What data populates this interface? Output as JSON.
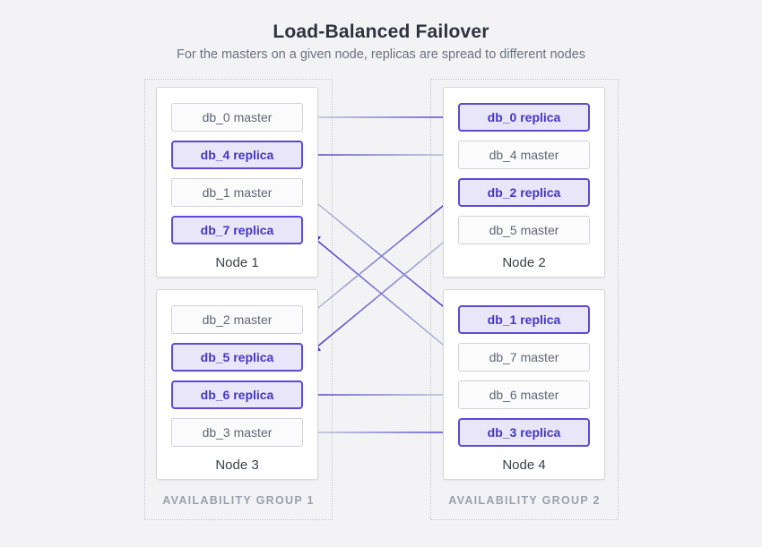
{
  "header": {
    "title": "Load-Balanced Failover",
    "subtitle": "For the masters on a given node, replicas are spread to different nodes"
  },
  "groups": [
    {
      "label": "AVAILABILITY GROUP 1",
      "nodes": [
        {
          "label": "Node 1",
          "slots": [
            {
              "label": "db_0 master",
              "type": "master"
            },
            {
              "label": "db_4 replica",
              "type": "replica"
            },
            {
              "label": "db_1 master",
              "type": "master"
            },
            {
              "label": "db_7 replica",
              "type": "replica"
            }
          ]
        },
        {
          "label": "Node 3",
          "slots": [
            {
              "label": "db_2 master",
              "type": "master"
            },
            {
              "label": "db_5 replica",
              "type": "replica"
            },
            {
              "label": "db_6 replica",
              "type": "replica"
            },
            {
              "label": "db_3 master",
              "type": "master"
            }
          ]
        }
      ]
    },
    {
      "label": "AVAILABILITY GROUP 2",
      "nodes": [
        {
          "label": "Node 2",
          "slots": [
            {
              "label": "db_0 replica",
              "type": "replica"
            },
            {
              "label": "db_4 master",
              "type": "master"
            },
            {
              "label": "db_2 replica",
              "type": "replica"
            },
            {
              "label": "db_5 master",
              "type": "master"
            }
          ]
        },
        {
          "label": "Node 4",
          "slots": [
            {
              "label": "db_1 replica",
              "type": "replica"
            },
            {
              "label": "db_7 master",
              "type": "master"
            },
            {
              "label": "db_6 master",
              "type": "master"
            },
            {
              "label": "db_3 replica",
              "type": "replica"
            }
          ]
        }
      ]
    }
  ],
  "connections": [
    {
      "db": "db_0",
      "master_node": "Node 1",
      "replica_node": "Node 2"
    },
    {
      "db": "db_4",
      "master_node": "Node 2",
      "replica_node": "Node 1"
    },
    {
      "db": "db_1",
      "master_node": "Node 1",
      "replica_node": "Node 4"
    },
    {
      "db": "db_7",
      "master_node": "Node 4",
      "replica_node": "Node 1"
    },
    {
      "db": "db_2",
      "master_node": "Node 3",
      "replica_node": "Node 2"
    },
    {
      "db": "db_5",
      "master_node": "Node 2",
      "replica_node": "Node 3"
    },
    {
      "db": "db_6",
      "master_node": "Node 4",
      "replica_node": "Node 3"
    },
    {
      "db": "db_3",
      "master_node": "Node 3",
      "replica_node": "Node 4"
    }
  ],
  "colors": {
    "accent": "#4b3bcf",
    "replica_fill": "#e9e6f9",
    "replica_border": "#5c4ad1",
    "replica_text": "#4536c0",
    "master_border": "#ced1d7",
    "master_text": "#5f6774",
    "line_gray": "#c7cad3",
    "background": "#f3f3f6"
  }
}
